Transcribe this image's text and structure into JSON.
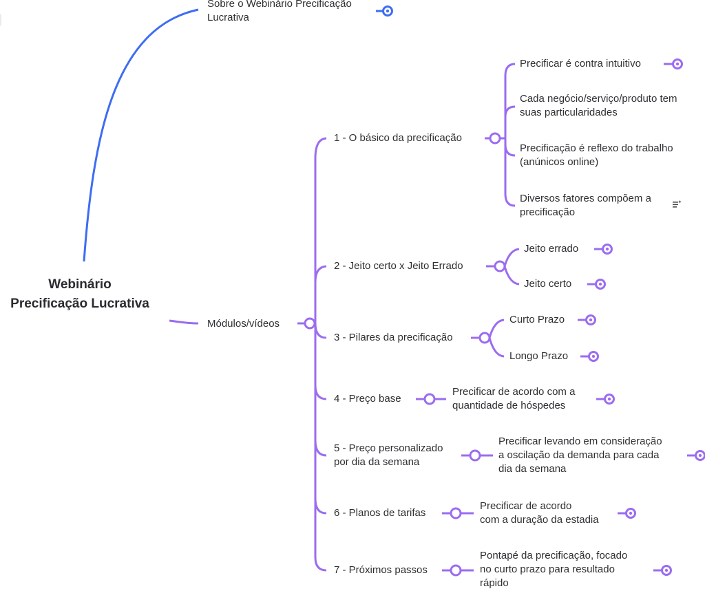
{
  "root": {
    "title": "Webinário\nPrecificação Lucrativa"
  },
  "branches": {
    "sobre": "Sobre o Webinário Precificação\nLucrativa",
    "modulos": "Módulos/vídeos"
  },
  "modules": [
    {
      "label": "1 - O básico da precificação",
      "children": [
        "Precificar é contra intuitivo",
        "Cada negócio/serviço/produto tem\nsuas particularidades",
        "Precificação é reflexo do trabalho\n(anúnicos online)",
        "Diversos fatores compõem a\nprecificação"
      ]
    },
    {
      "label": "2 - Jeito certo x Jeito Errado",
      "children": [
        "Jeito errado",
        "Jeito certo"
      ]
    },
    {
      "label": "3 - Pilares da precificação",
      "children": [
        "Curto Prazo",
        "Longo Prazo"
      ]
    },
    {
      "label": "4 - Preço base",
      "children": [
        "Precificar de acordo com a\nquantidade de hóspedes"
      ]
    },
    {
      "label": "5 - Preço personalizado\npor dia da semana",
      "children": [
        "Precificar levando em consideração\na oscilação da demanda para cada\ndia da semana"
      ]
    },
    {
      "label": "6 - Planos de tarifas",
      "children": [
        "Precificar de acordo\ncom a duração da estadia"
      ]
    },
    {
      "label": "7 - Próximos passos",
      "children": [
        "Pontapé da precificação, focado\nno curto prazo para resultado\nrápido"
      ]
    }
  ],
  "colors": {
    "blue": "#3d6df2",
    "purple": "#9b6cf0",
    "text": "#2f2f33",
    "root_text": "#2a2a30"
  },
  "icons": {
    "note": "note-icon",
    "collapse": "collapse-toggle-icon"
  }
}
